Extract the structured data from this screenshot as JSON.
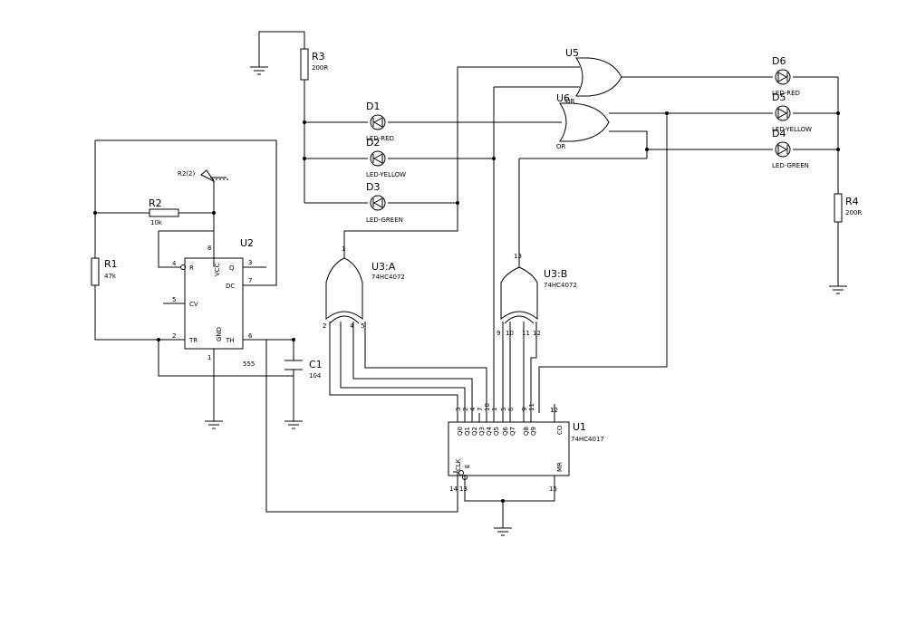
{
  "components": {
    "r1": {
      "ref": "R1",
      "value": "47k"
    },
    "r2": {
      "ref": "R2",
      "value": "10k",
      "probe": "R2(2)"
    },
    "r3": {
      "ref": "R3",
      "value": "200R"
    },
    "r4": {
      "ref": "R4",
      "value": "200R"
    },
    "c1": {
      "ref": "C1",
      "value": "104"
    },
    "d1": {
      "ref": "D1",
      "value": "LED-RED"
    },
    "d2": {
      "ref": "D2",
      "value": "LED-YELLOW"
    },
    "d3": {
      "ref": "D3",
      "value": "LED-GREEN"
    },
    "d4": {
      "ref": "D4",
      "value": "LED-GREEN"
    },
    "d5": {
      "ref": "D5",
      "value": "LED-YELLOW"
    },
    "d6": {
      "ref": "D6",
      "value": "LED-RED"
    },
    "u5": {
      "ref": "U5",
      "value": "OR"
    },
    "u6": {
      "ref": "U6",
      "value": "OR"
    },
    "u2": {
      "ref": "U2",
      "value": "555",
      "pins": {
        "r": "R",
        "vcc": "VCC",
        "q": "Q",
        "dc": "DC",
        "cv": "CV",
        "tr": "TR",
        "gnd": "GND",
        "th": "TH"
      },
      "pin_numbers": {
        "p4": "4",
        "p8": "8",
        "p3": "3",
        "p7": "7",
        "p5": "5",
        "p2": "2",
        "p1": "1",
        "p6": "6"
      }
    },
    "u3a": {
      "ref": "U3:A",
      "value": "74HC4072",
      "pin_numbers": {
        "p1": "1",
        "p2": "2",
        "p3": "4",
        "p4": "5"
      }
    },
    "u3b": {
      "ref": "U3:B",
      "value": "74HC4072",
      "pin_numbers": {
        "p13": "13",
        "p9": "9",
        "p10": "10",
        "p11": "11",
        "p12": "12"
      }
    },
    "u1": {
      "ref": "U1",
      "value": "74HC4017",
      "outputs": [
        "Q0",
        "Q1",
        "Q2",
        "Q3",
        "Q4",
        "Q5",
        "Q6",
        "Q7",
        "Q8",
        "Q9"
      ],
      "output_pins": [
        "3",
        "2",
        "4",
        "7",
        "10",
        "1",
        "5",
        "6",
        "9",
        "11"
      ],
      "co": "CO",
      "co_pin": "12",
      "clk": "CLK",
      "clk_pin": "14",
      "e": "E",
      "e_pin": "13",
      "mr": "MR",
      "mr_pin": "15"
    }
  }
}
